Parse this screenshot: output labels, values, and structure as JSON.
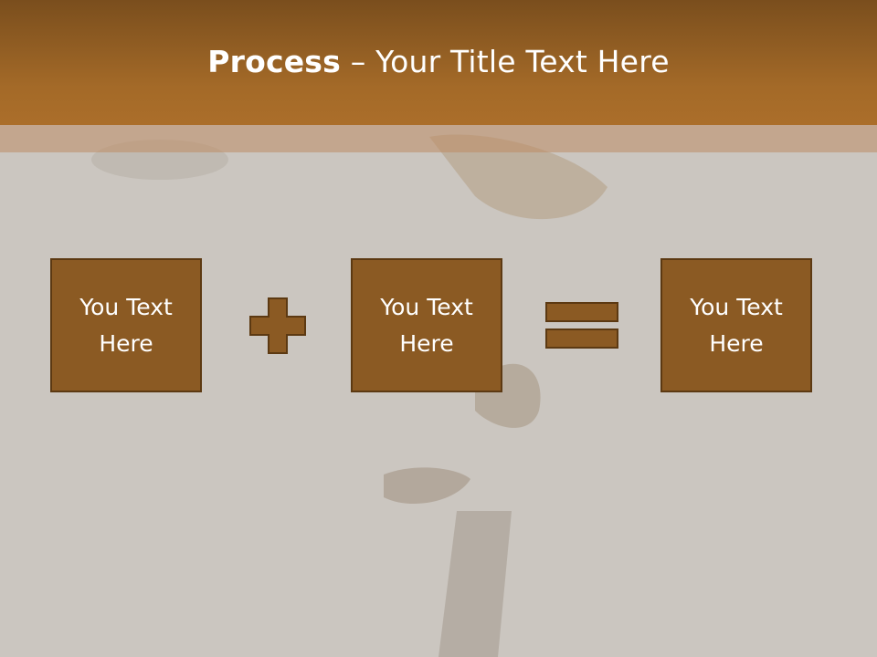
{
  "title": {
    "bold": "Process",
    "separator": " – ",
    "rest": "Your Title Text Here"
  },
  "boxes": [
    {
      "text": "You Text Here"
    },
    {
      "text": "You Text Here"
    },
    {
      "text": "You Text Here"
    }
  ],
  "operators": [
    "plus-icon",
    "equals-icon"
  ],
  "colors": {
    "header": "#a46a28",
    "box_fill": "#8b5a23",
    "box_border": "#5c3912",
    "background": "#cbc6c0",
    "text": "#ffffff"
  }
}
